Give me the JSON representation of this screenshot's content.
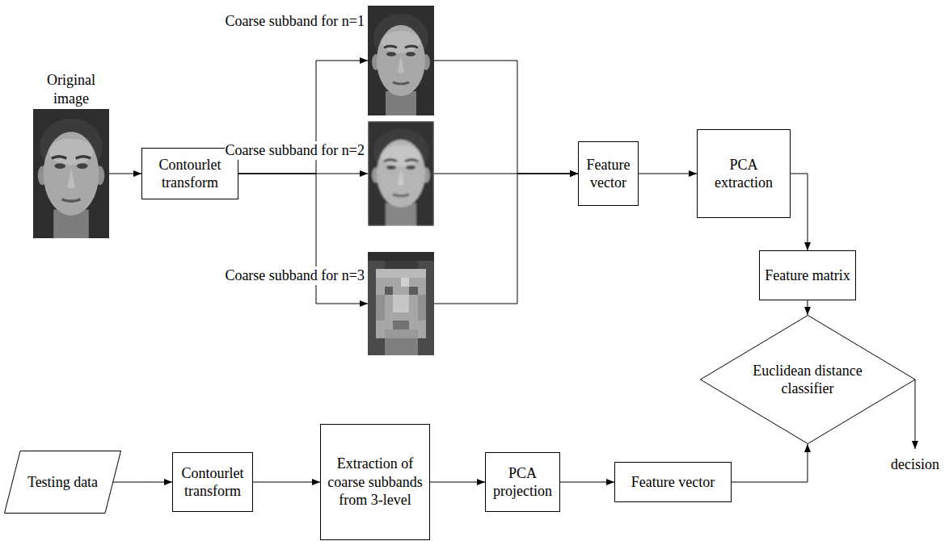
{
  "diagram": {
    "nodes": [
      {
        "text": [
          "Original image"
        ]
      },
      {
        "text": [
          "Contourlet transform"
        ]
      },
      {
        "text": [
          "Coarse subband for n=1"
        ]
      },
      {
        "text": [
          "Coarse subband for n=2"
        ]
      },
      {
        "text": [
          "Coarse subband for n=3"
        ]
      },
      {
        "text": [
          "Feature vector"
        ]
      },
      {
        "text": [
          "PCA extraction"
        ]
      },
      {
        "text": [
          "Feature matrix"
        ]
      },
      {
        "text": [
          "Euclidean distance classifier"
        ]
      },
      {
        "text": [
          "Testing data"
        ]
      },
      {
        "text": [
          "Contourlet transform"
        ]
      },
      {
        "text": [
          "Extraction of coarse subbands from 3-level"
        ]
      },
      {
        "text": [
          "PCA projection"
        ]
      },
      {
        "text": [
          "Feature vector"
        ]
      }
    ],
    "edges": [
      {
        "from": 0,
        "to": 1,
        "arrow": "to"
      },
      {
        "from": 1,
        "to": 2,
        "arrow": "to"
      },
      {
        "from": 1,
        "to": 3,
        "arrow": "to"
      },
      {
        "from": 1,
        "to": 4,
        "arrow": "to"
      },
      {
        "from": 2,
        "to": 5,
        "arrow": "to"
      },
      {
        "from": 3,
        "to": 5,
        "arrow": "to"
      },
      {
        "from": 4,
        "to": 5,
        "arrow": "to"
      },
      {
        "from": 5,
        "to": 6,
        "arrow": "to"
      },
      {
        "from": 6,
        "to": 7,
        "arrow": "to"
      },
      {
        "from": 7,
        "to": 8,
        "arrow": "to"
      },
      {
        "from": 9,
        "to": 10,
        "arrow": "to"
      },
      {
        "from": 10,
        "to": 11,
        "arrow": "to"
      },
      {
        "from": 11,
        "to": 12,
        "arrow": "to"
      },
      {
        "from": 12,
        "to": 13,
        "arrow": "to"
      },
      {
        "from": 13,
        "to": 8,
        "arrow": "to"
      }
    ],
    "labels": [
      "decision"
    ]
  }
}
